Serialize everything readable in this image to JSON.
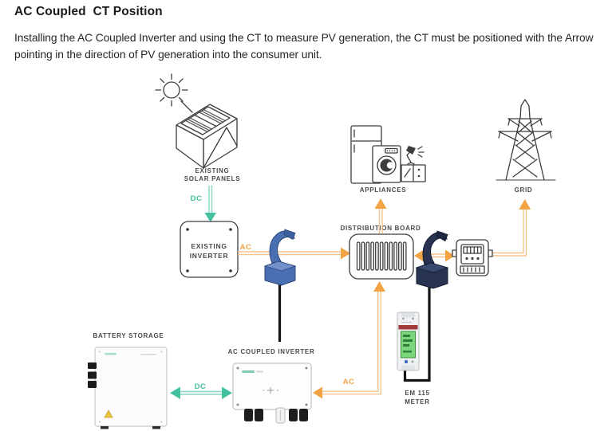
{
  "page": {
    "title": "AC Coupled  CT Position",
    "description": "Installing the AC Coupled Inverter and using the CT to measure PV generation, the CT must be positioned with the Arrow pointing in the direction of PV generation into the consumer unit."
  },
  "diagram": {
    "solar": {
      "line1": "EXISTING",
      "line2": "SOLAR PANELS"
    },
    "existing_inverter": {
      "line1": "EXISTING",
      "line2": "INVERTER"
    },
    "distribution_board": {
      "label": "DISTRIBUTION BOARD"
    },
    "appliances": {
      "label": "APPLIANCES"
    },
    "grid": {
      "label": "GRID"
    },
    "ac_coupled_inverter": {
      "label": "AC COUPLED INVERTER"
    },
    "battery": {
      "label": "BATTERY STORAGE"
    },
    "em_meter": {
      "line1": "EM 115",
      "line2": "METER"
    },
    "flows": {
      "dc_solar": "DC",
      "ac_inverter": "AC",
      "ac_battery": "AC",
      "dc_battery": "DC"
    },
    "colors": {
      "dc_teal": "#45c1a1",
      "ac_orange": "#f2a445",
      "line_orange": "#f5c48c",
      "line_teal": "#82d8c2",
      "outline": "#3d3d3d",
      "ct_blue": "#4a70b3",
      "ct_navy": "#273350",
      "label_text": "#4a4a4a"
    }
  }
}
